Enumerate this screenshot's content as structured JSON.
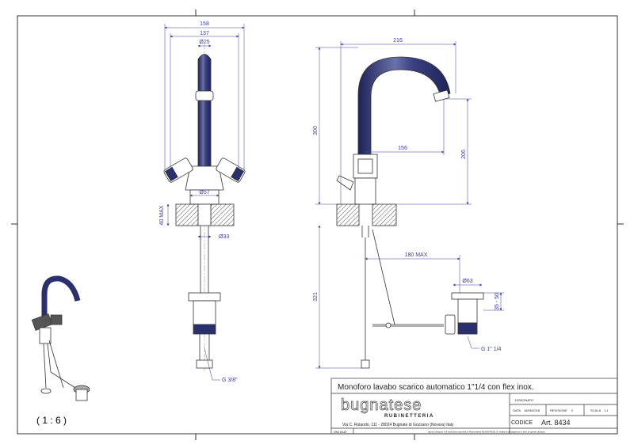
{
  "drawing": {
    "front_view": {
      "dim_overall_width": "158",
      "dim_handle_width": "137",
      "dim_spout_dia": "Ø25",
      "dim_body_dia": "Ø57",
      "dim_deck_thickness": "40 MAX",
      "dim_hole_dia": "Ø33",
      "thread_label": "G 3/8\""
    },
    "side_view": {
      "dim_reach": "216",
      "dim_height": "300",
      "dim_spout_reach": "156",
      "dim_spout_height": "206",
      "dim_rod": "180 MAX",
      "dim_below": "321",
      "dim_drain_dia": "Ø63",
      "dim_drain_range": "35 - 50",
      "drain_thread": "G 1\" 1/4"
    },
    "scale_label": "( 1 : 6 )"
  },
  "title_block": {
    "title": "Monoforo lavabo scarico automatico 1\"1/4 con flex inox.",
    "brand": "bugnatese",
    "brand_sub": "RUBINETTERIA",
    "address": "Via C. Rolando, 111 - 28024 Bugnate di Gozzano (Novara) Italy",
    "disegnato_label": "DISEGNATO",
    "data_label": "DATA",
    "data_value": "18/06/2018",
    "revisione_label": "REVISIONE",
    "revisione_value": "0",
    "scala_label": "SCALA",
    "scala_value": "1:1",
    "codice_label": "CODICE",
    "codice_value": "Art. 8434",
    "standard": "UNI 8187",
    "notice": "questo disegno è di esclusiva proprietà di Rubinetteria BUGNATESE. È vietata la divulgazione a terzi di questo disegno"
  },
  "colors": {
    "dimension": "#3a3aa8",
    "chrome_dark": "#2a2f6e",
    "line": "#333333"
  }
}
